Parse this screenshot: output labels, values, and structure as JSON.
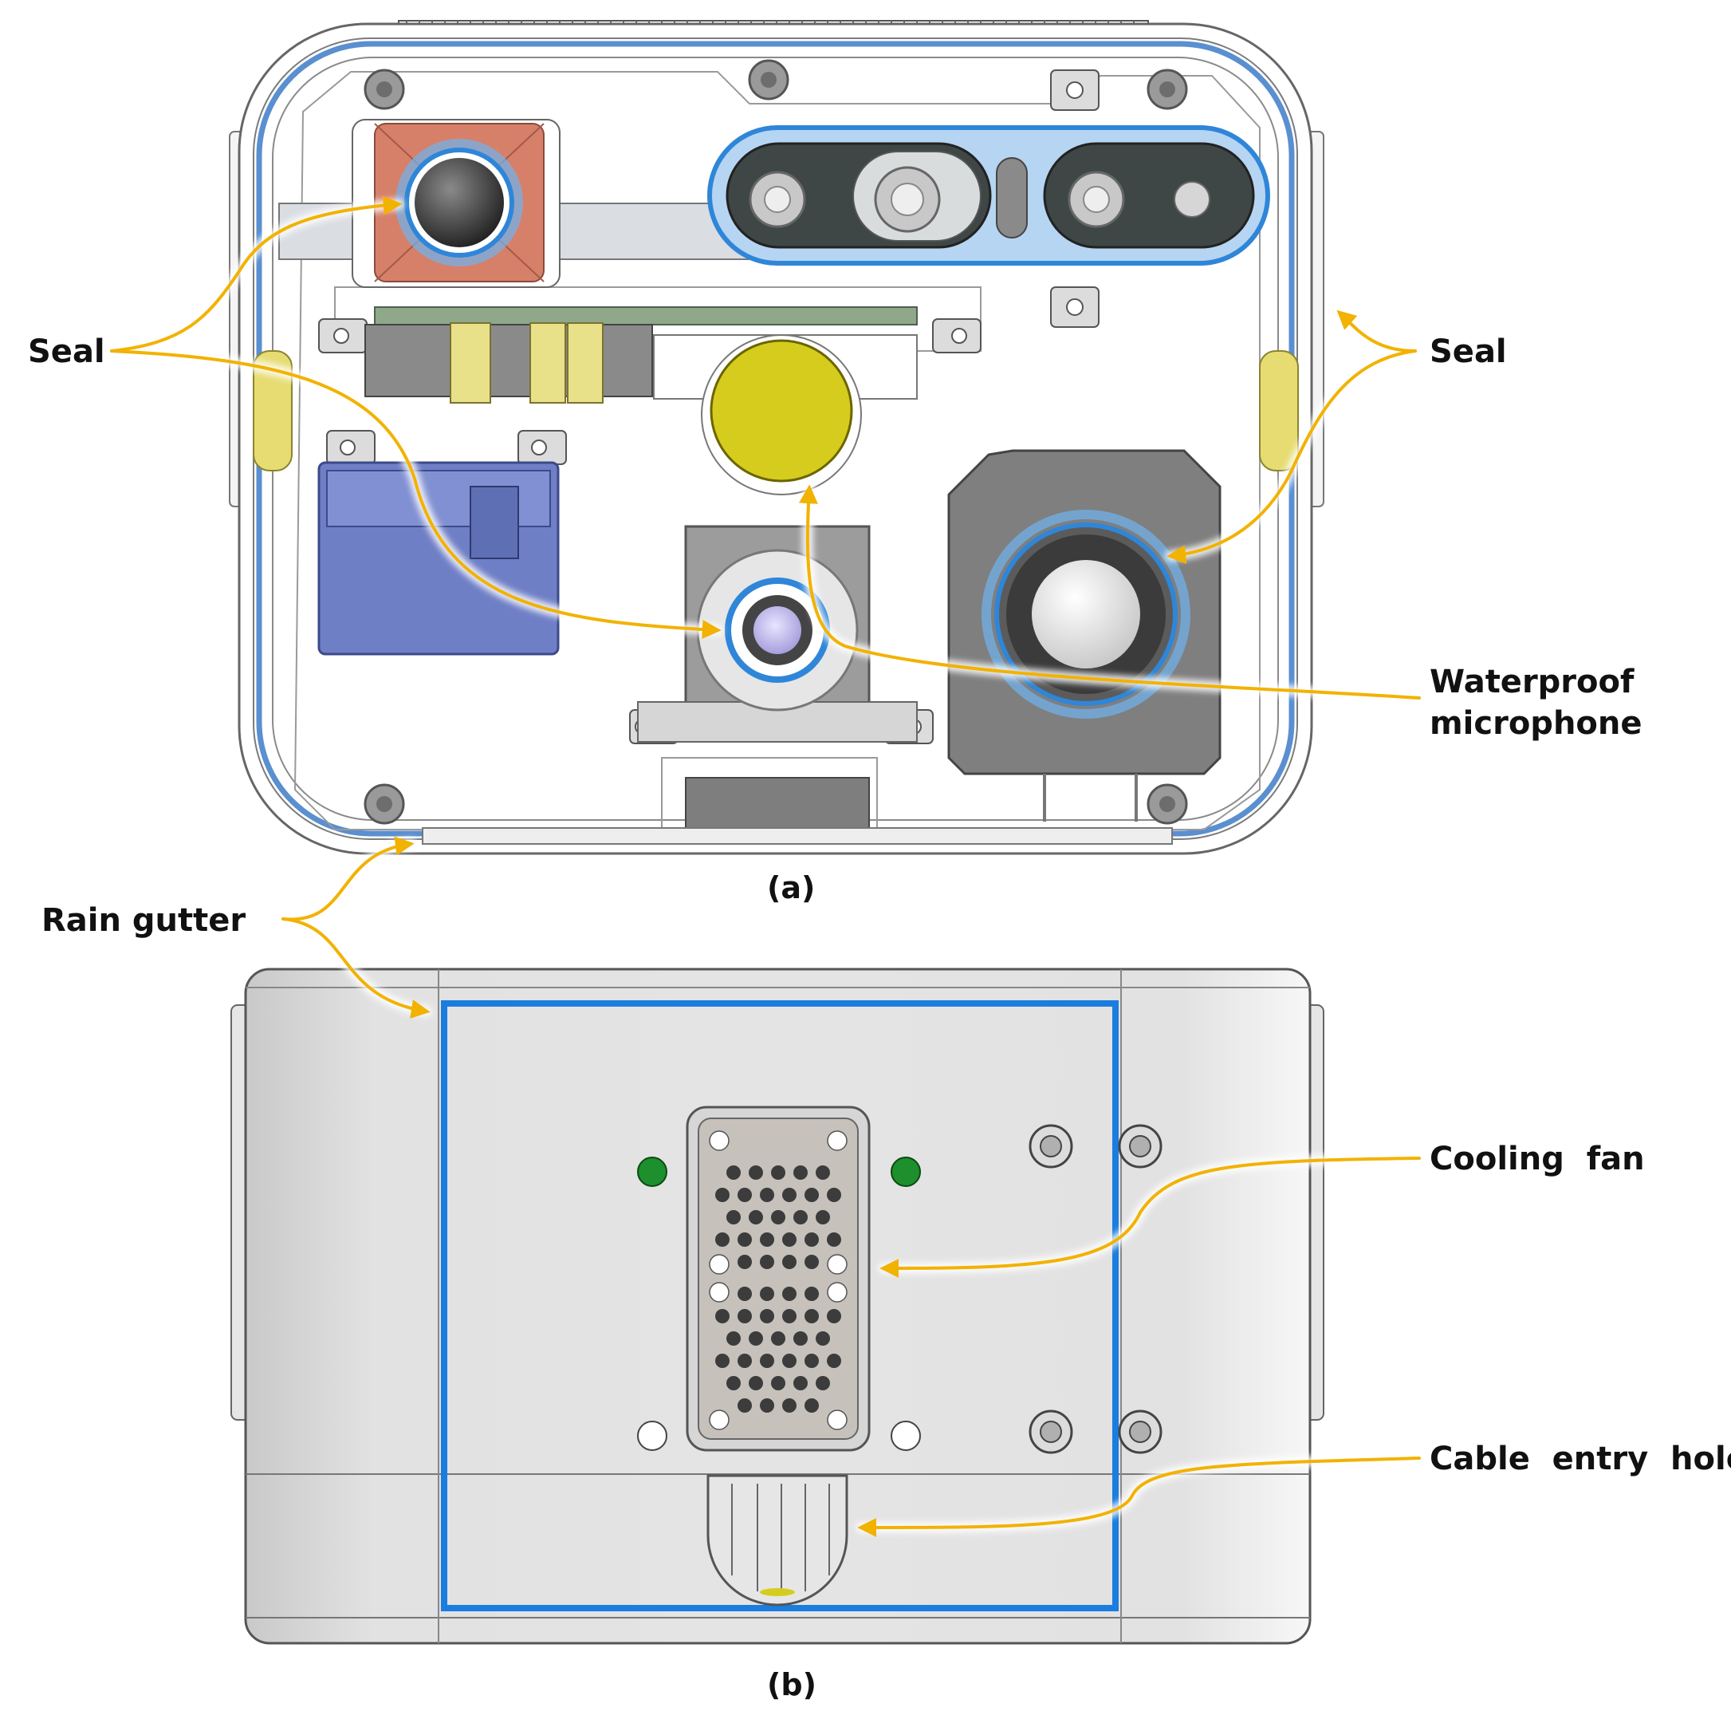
{
  "panels": {
    "a": {
      "caption": "(a)"
    },
    "b": {
      "caption": "(b)"
    }
  },
  "callouts": {
    "seal_left": "Seal",
    "seal_right": "Seal",
    "microphone_line1": "Waterproof",
    "microphone_line2": "microphone",
    "rain_gutter": "Rain gutter",
    "cooling_fan": "Cooling  fan",
    "cable_entry": "Cable  entry  hole"
  },
  "colors": {
    "seal_blue": "#2f86d8",
    "arrow": "#f2b200",
    "copper": "#d6806a",
    "yellow_part": "#d6cc1e",
    "battery": "#6f7fc6",
    "green_led": "#1d8f2c",
    "body_gray": "#e0e0e0"
  }
}
